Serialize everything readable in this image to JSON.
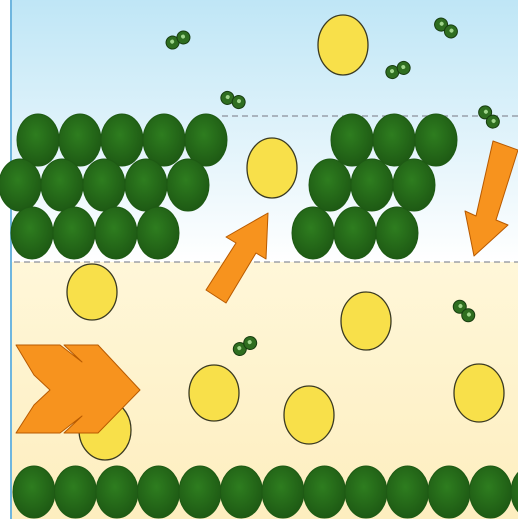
{
  "diagram": {
    "type": "illustration",
    "subject": "membrane-transport",
    "palette": {
      "sky_top": "#bfe6f6",
      "sky_bottom": "#ffffff",
      "lower_top": "#fff7d9",
      "lower_bottom": "#fdeebf",
      "border": "#6fb6df",
      "green_cell": "#2e7d1f",
      "green_cell_dark": "#1e5a14",
      "yellow_molecule": "#f8e04a",
      "yellow_molecule_stroke": "#3a3a22",
      "arrow_orange": "#f7931e",
      "arrow_stroke": "#b85a00",
      "dashed_line": "#8a8f9a",
      "small_molecule": "#2f6e20"
    },
    "icons": {
      "large_molecule": "yellow-circle",
      "small_molecule": "green-dumbbell",
      "cell": "green-circle",
      "transport_direction": "orange-arrow",
      "pump": "orange-chevron-arrow"
    }
  }
}
